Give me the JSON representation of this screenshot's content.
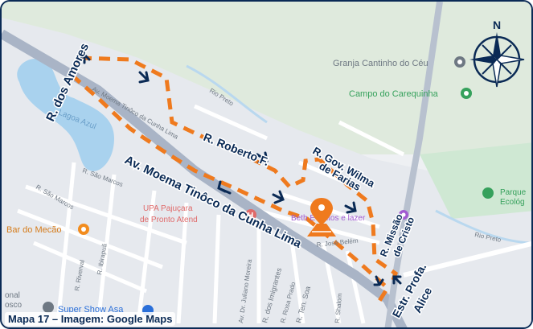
{
  "caption": "Mapa 17 – Imagem: Google Maps",
  "compass": {
    "north_label": "N",
    "icon": "compass-rose-icon"
  },
  "route_labels": {
    "dos_amores": "R. dos Amores",
    "roberto": "R. Roberto F.",
    "moema": "Av. Moema Tinôco da Cunha Lima",
    "wilma_1": "R. Gov. Wilma",
    "wilma_2": "de Farias",
    "missao_1": "R. Missão",
    "missao_2": "de Cristo",
    "alice_1": "Estr. Profa.",
    "alice_2": "Alice"
  },
  "map_labels": {
    "granja": "Granja Cantinho do Céu",
    "campo": "Campo do Carequinha",
    "lagoa": "Lagoa Azul",
    "rio_preto_1": "Rio Preto",
    "rio_preto_2": "Rio Preto",
    "moema_small": "Av. Moema Tinôco da Cunha Lima",
    "upa_1": "UPA Pajuçara",
    "upa_2": "de Pronto Atend",
    "beth": "Beth Eventos e lazer",
    "bar": "Bar do Mecão",
    "parque_1": "Parque",
    "parque_2": "Ecológ",
    "super": "Super Show Asa",
    "jose_belem": "R. José Belém",
    "sao_marcos": "R. São Marcos",
    "sao_marcos_2": "R. São Marcos",
    "riverval": "R. Riverval",
    "ibirapua": "R. Ibirapuã",
    "juliano": "Av. Dr. Juliano Moreira",
    "imigrantes": "R. dos Imigrantes",
    "rosa_prado": "R. Rosa Prado",
    "ten_so": "R. Ten. Soa",
    "shalom": "R. Shalom",
    "nal": "onal",
    "osco": "osco"
  },
  "colors": {
    "route": "#ef7a1e",
    "main_road": "#a9b4c6",
    "water": "#a9d2ee",
    "green": "#cfe8d3",
    "label_dark": "#0a2a55",
    "poi_gray": "#6e7883",
    "poi_red": "#e06a6a",
    "poi_purple": "#a25bd1",
    "poi_green": "#36a15c",
    "poi_orange": "#f28c1e",
    "poi_blue": "#2a6fd9"
  }
}
